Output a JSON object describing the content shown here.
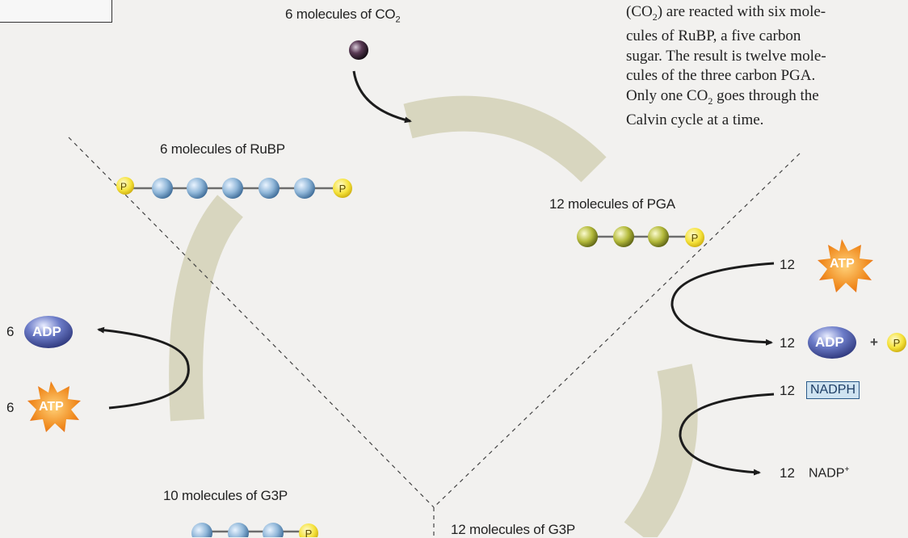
{
  "labels": {
    "co2_molecules": "6 molecules of CO",
    "co2_sub": "2",
    "rubp_molecules": "6 molecules of RuBP",
    "pga_molecules": "12 molecules of PGA",
    "g3p_10_molecules": "10 molecules of G3P",
    "g3p_12_molecules": "12 molecules of G3P"
  },
  "paragraph": {
    "line1a": "(CO",
    "line1b": "2",
    "line1c": ") are reacted with six mole-",
    "line2": "cules of RuBP, a five carbon",
    "line3": "sugar. The result is twelve mole-",
    "line4": "cules of the three carbon PGA.",
    "line5a": "Only one CO",
    "line5b": "2",
    "line5c": " goes through the",
    "line6": "Calvin cycle at a time."
  },
  "left_side": {
    "adp_count": "6",
    "adp_label": "ADP",
    "atp_count": "6",
    "atp_label": "ATP"
  },
  "right_side": {
    "atp_count": "12",
    "atp_label": "ATP",
    "adp_count": "12",
    "adp_label": "ADP",
    "plus": "+",
    "p_label": "P",
    "nadph_count": "12",
    "nadph_label": "NADPH",
    "nadp_count": "12",
    "nadp_label": "NADP",
    "nadp_sup": "+"
  },
  "phosphate_label": "P",
  "colors": {
    "background": "#f2f1ef",
    "arc": "#cfcdb4",
    "rubp_sphere": "#8fb6d8",
    "pga_sphere": "#b5bb3c",
    "phosphate": "#f5e23a",
    "atp_star": "#f08a1e",
    "adp_oval": "#4c5ca8",
    "arrow": "#1c1c1c"
  }
}
